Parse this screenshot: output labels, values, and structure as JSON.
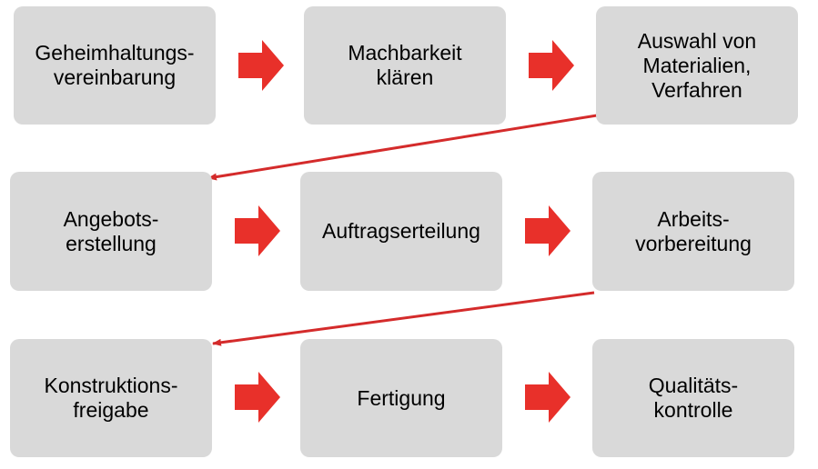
{
  "colors": {
    "box_fill": "#d9d9d9",
    "arrow": "#e8302a",
    "connector": "#d42b2b",
    "text": "#000000"
  },
  "steps": [
    {
      "label": "Geheimhaltungs-\nvereinbarung"
    },
    {
      "label": "Machbarkeit\nklären"
    },
    {
      "label": "Auswahl von\nMaterialien,\nVerfahren"
    },
    {
      "label": "Angebots-\nerstellung"
    },
    {
      "label": "Auftragserteilung"
    },
    {
      "label": "Arbeits-\nvorbereitung"
    },
    {
      "label": "Konstruktions-\nfreigabe"
    },
    {
      "label": "Fertigung"
    },
    {
      "label": "Qualitäts-\nkontrolle"
    }
  ]
}
